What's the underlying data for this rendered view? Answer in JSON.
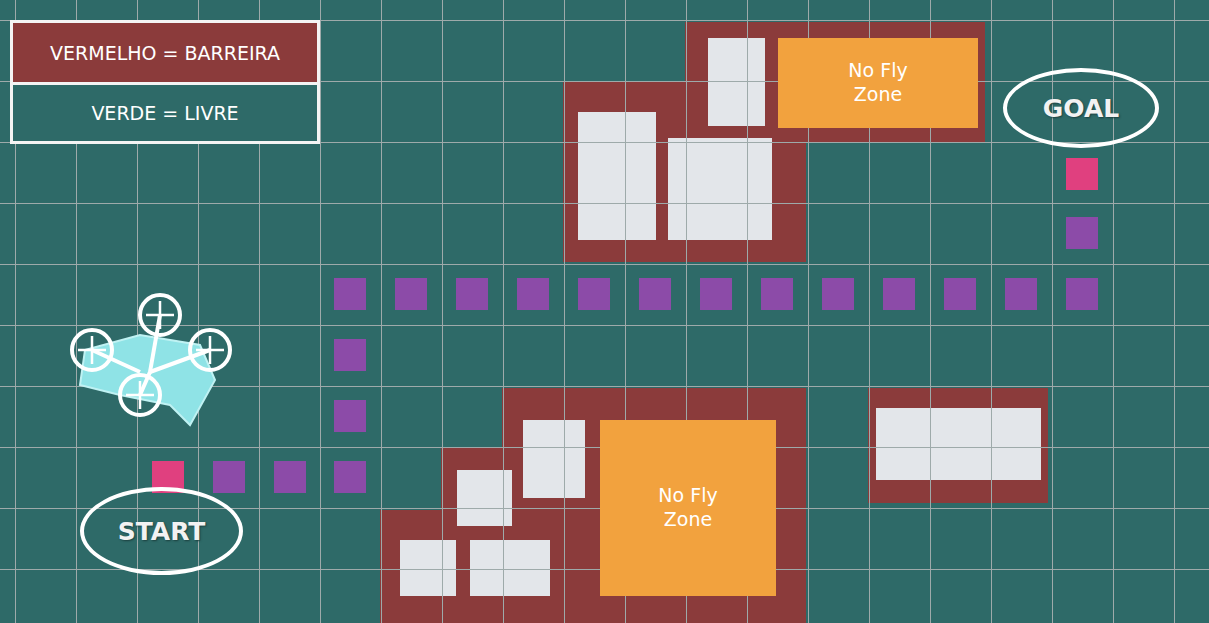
{
  "diagram": {
    "nodes": [
      {
        "text": [
          "No Fly Zone"
        ]
      },
      {
        "text": [
          "GOAL"
        ]
      },
      {
        "text": [
          "No Fly Zone"
        ]
      },
      {
        "text": [
          "START"
        ]
      }
    ],
    "legend": [
      {
        "text": "VERMELHO = BARREIRA",
        "color": "#8b3b3b"
      },
      {
        "text": "VERDE = LIVRE",
        "color": "#2e6a68"
      }
    ]
  }
}
